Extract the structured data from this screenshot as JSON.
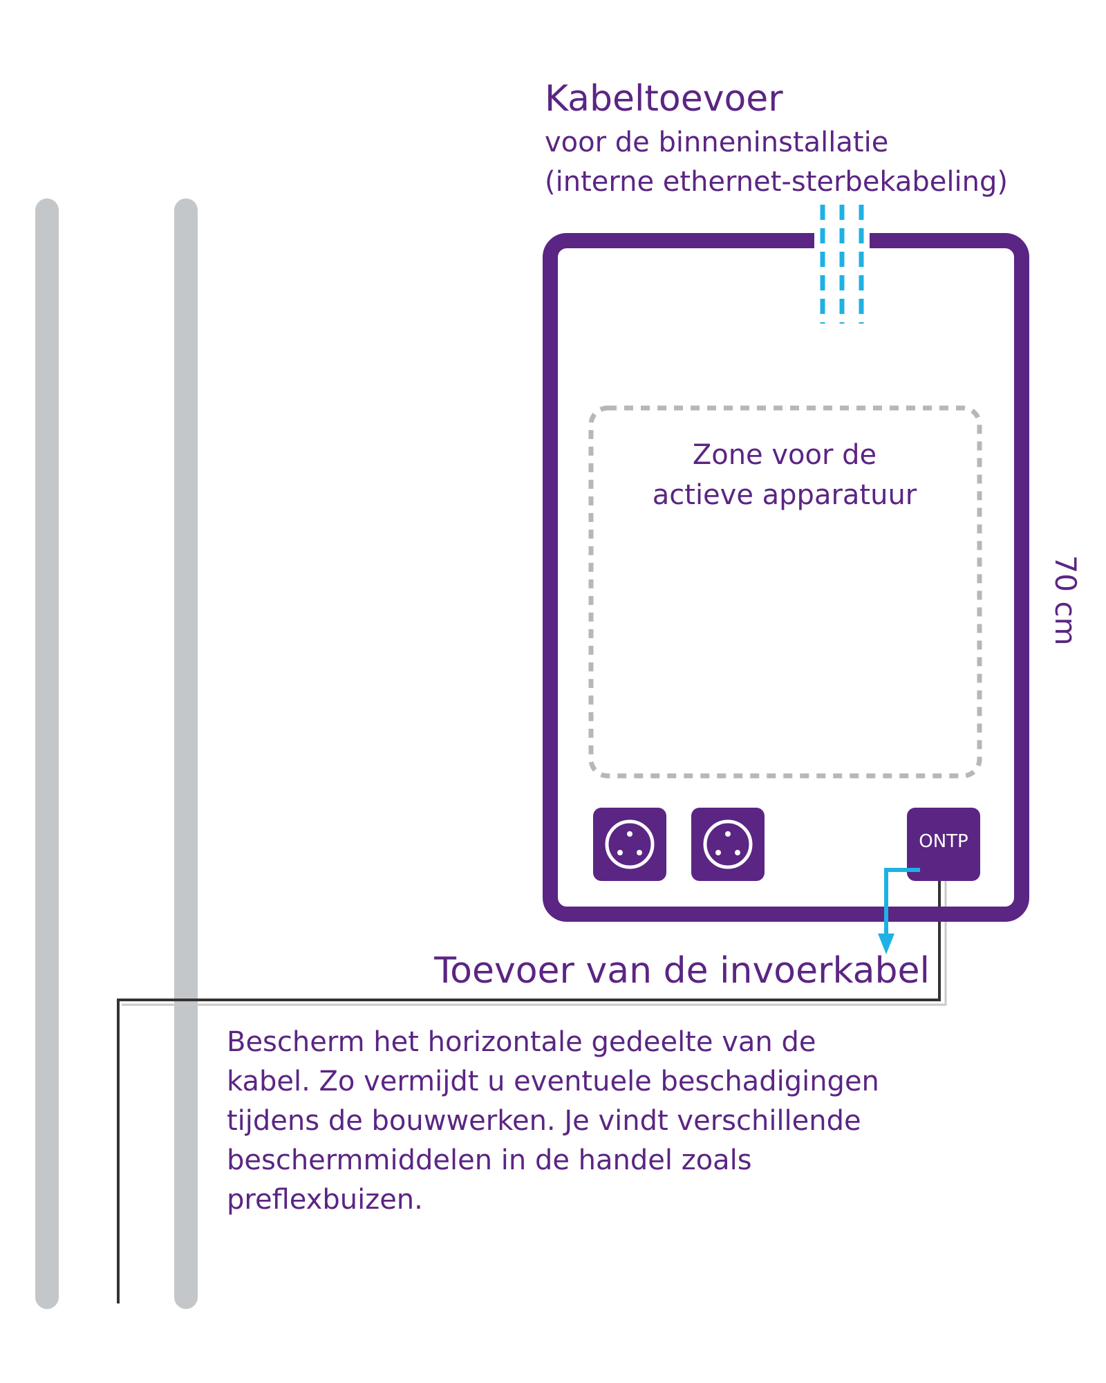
{
  "colors": {
    "purple": "#5b2583",
    "cyan": "#1fb1e3",
    "wall_gray": "#c4c7ca",
    "dashed_gray": "#b5b7b9",
    "cable_dark": "#333333",
    "white": "#ffffff"
  },
  "header": {
    "title": "Kabeltoevoer",
    "subtitle_line1": "voor de binneninstallatie",
    "subtitle_line2": "(interne ethernet-sterbekabeling)"
  },
  "cabinet": {
    "zone_label_line1": "Zone voor de",
    "zone_label_line2": "actieve apparatuur",
    "height_label": "70 cm",
    "ontp_label": "ONTP",
    "outlets": [
      "outlet-icon",
      "outlet-icon"
    ]
  },
  "cable": {
    "feed_label": "Toevoer van de invoerkabel"
  },
  "note": {
    "lines": [
      "Bescherm het horizontale gedeelte van de",
      "kabel. Zo vermijdt u eventuele beschadigingen",
      "tijdens de bouwwerken. Je vindt verschillende",
      "beschermmiddelen in de handel zoals",
      "preflexbuizen."
    ]
  }
}
